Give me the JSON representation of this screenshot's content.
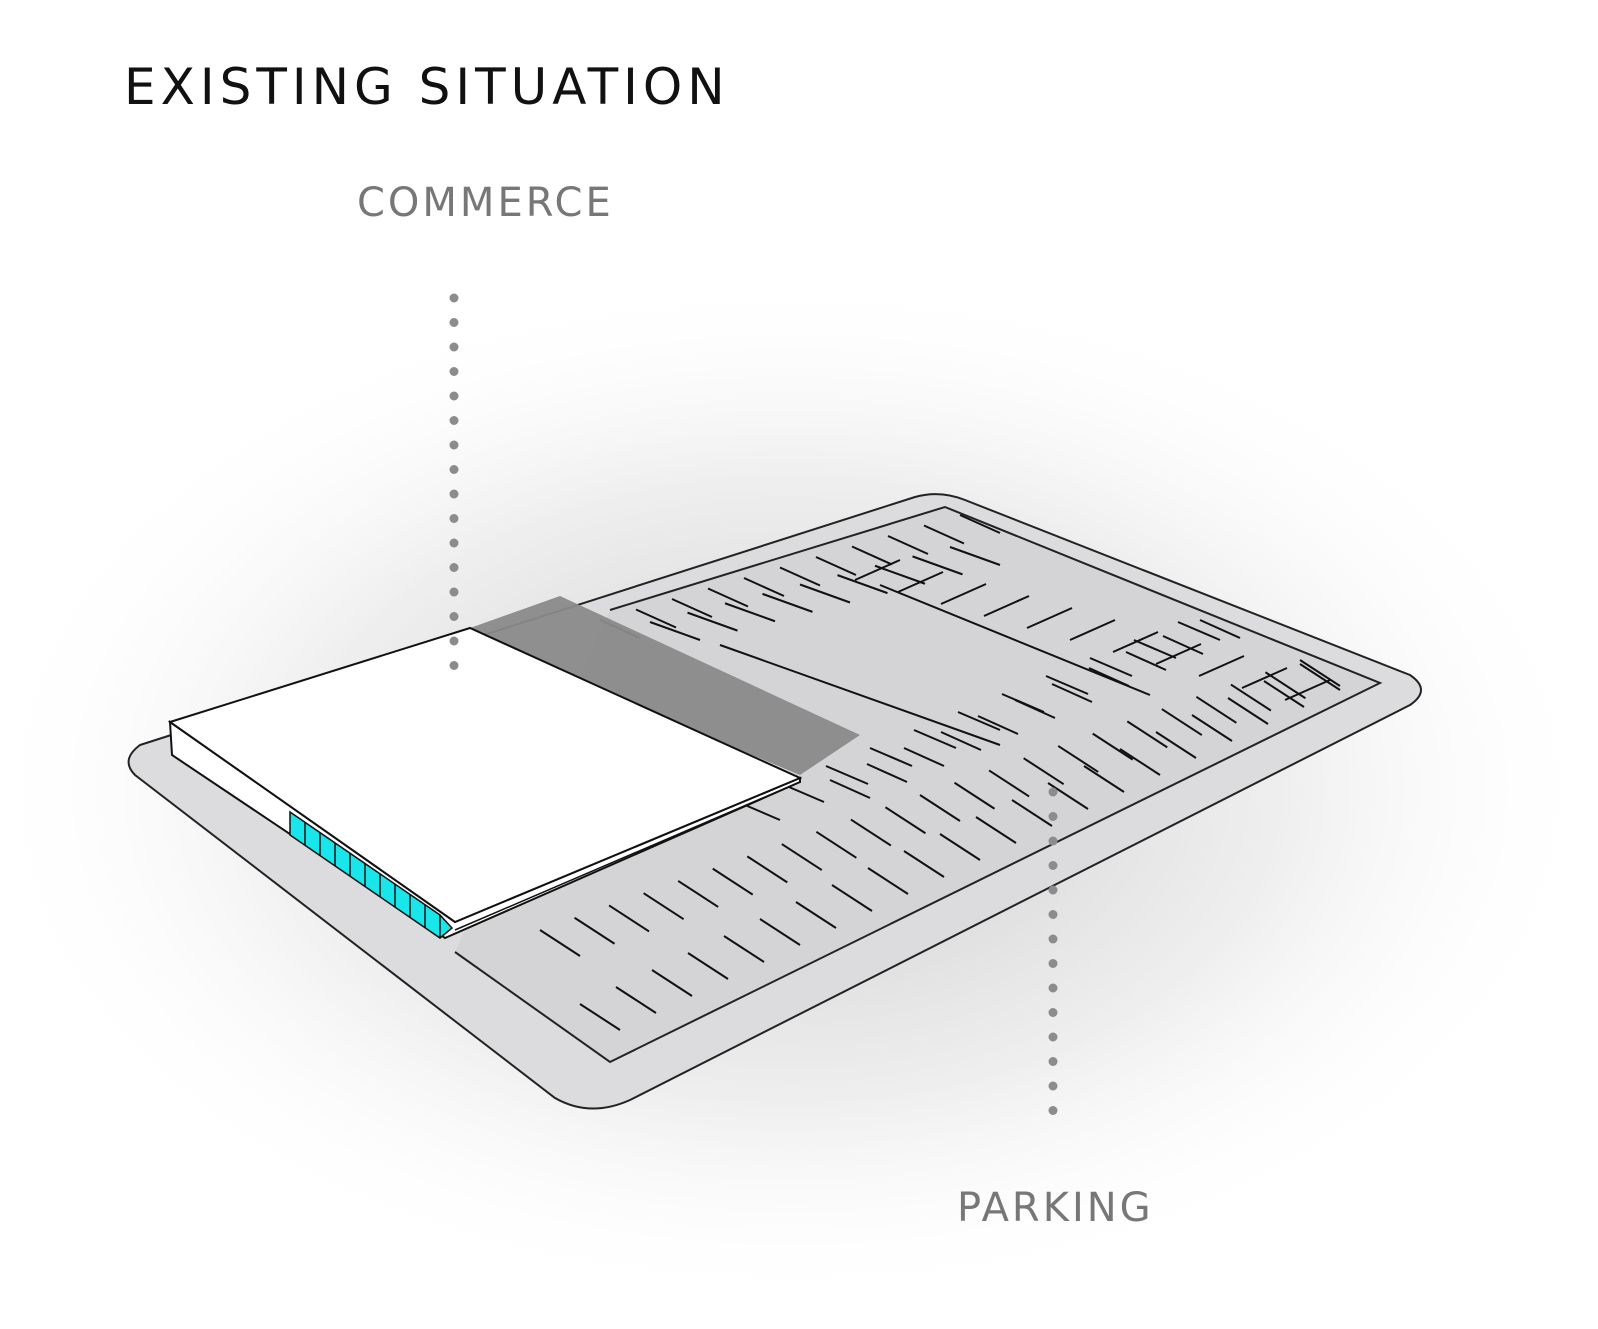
{
  "title": "EXISTING SITUATION",
  "labels": {
    "commerce": "COMMERCE",
    "parking": "PARKING"
  },
  "colors": {
    "lot": "#d9d9db",
    "building": "#ffffff",
    "shadow": "#8a8a8a",
    "glazing": "#19e6ea",
    "leader": "#8c8c8c",
    "text": "#777777"
  }
}
